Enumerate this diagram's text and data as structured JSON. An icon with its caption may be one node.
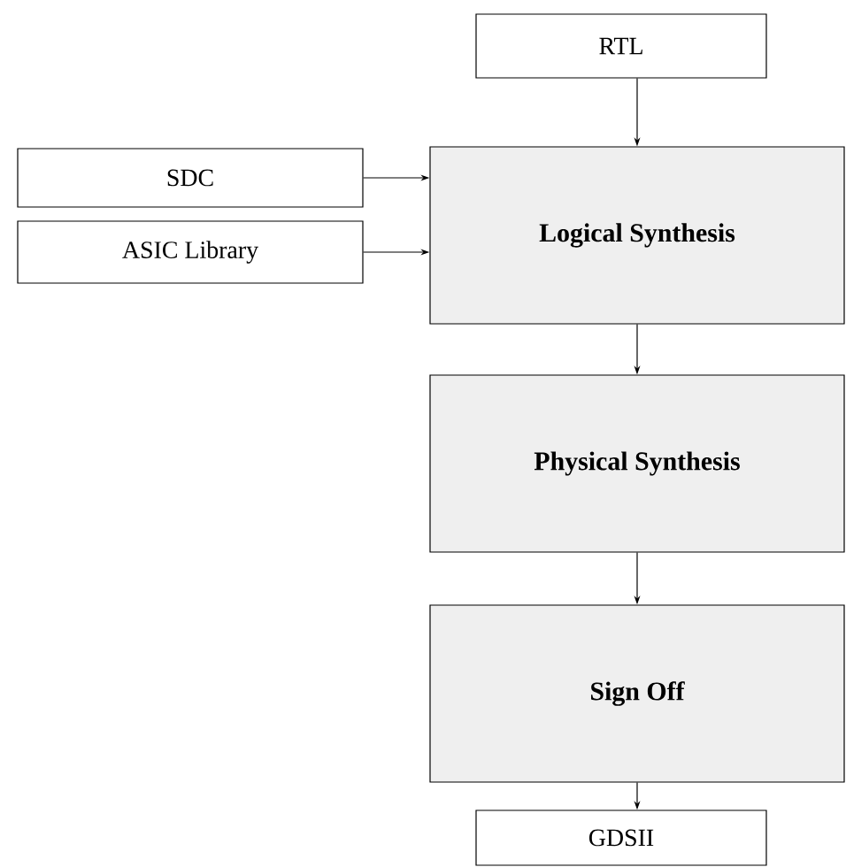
{
  "diagram": {
    "nodes": [
      {
        "text": [
          "RTL"
        ]
      },
      {
        "text": [
          "SDC"
        ]
      },
      {
        "text": [
          "ASIC Library"
        ]
      },
      {
        "text": [
          "Logical Synthesis"
        ]
      },
      {
        "text": [
          "Physical Synthesis"
        ]
      },
      {
        "text": [
          "Sign Off"
        ]
      },
      {
        "text": [
          "GDSII"
        ]
      }
    ],
    "edges": [
      {
        "from": 0,
        "to": 3,
        "arrow": "to"
      },
      {
        "from": 1,
        "to": 3,
        "arrow": "to"
      },
      {
        "from": 2,
        "to": 3,
        "arrow": "to"
      },
      {
        "from": 3,
        "to": 4,
        "arrow": "to"
      },
      {
        "from": 4,
        "to": 5,
        "arrow": "to"
      },
      {
        "from": 5,
        "to": 6,
        "arrow": "to"
      }
    ]
  }
}
